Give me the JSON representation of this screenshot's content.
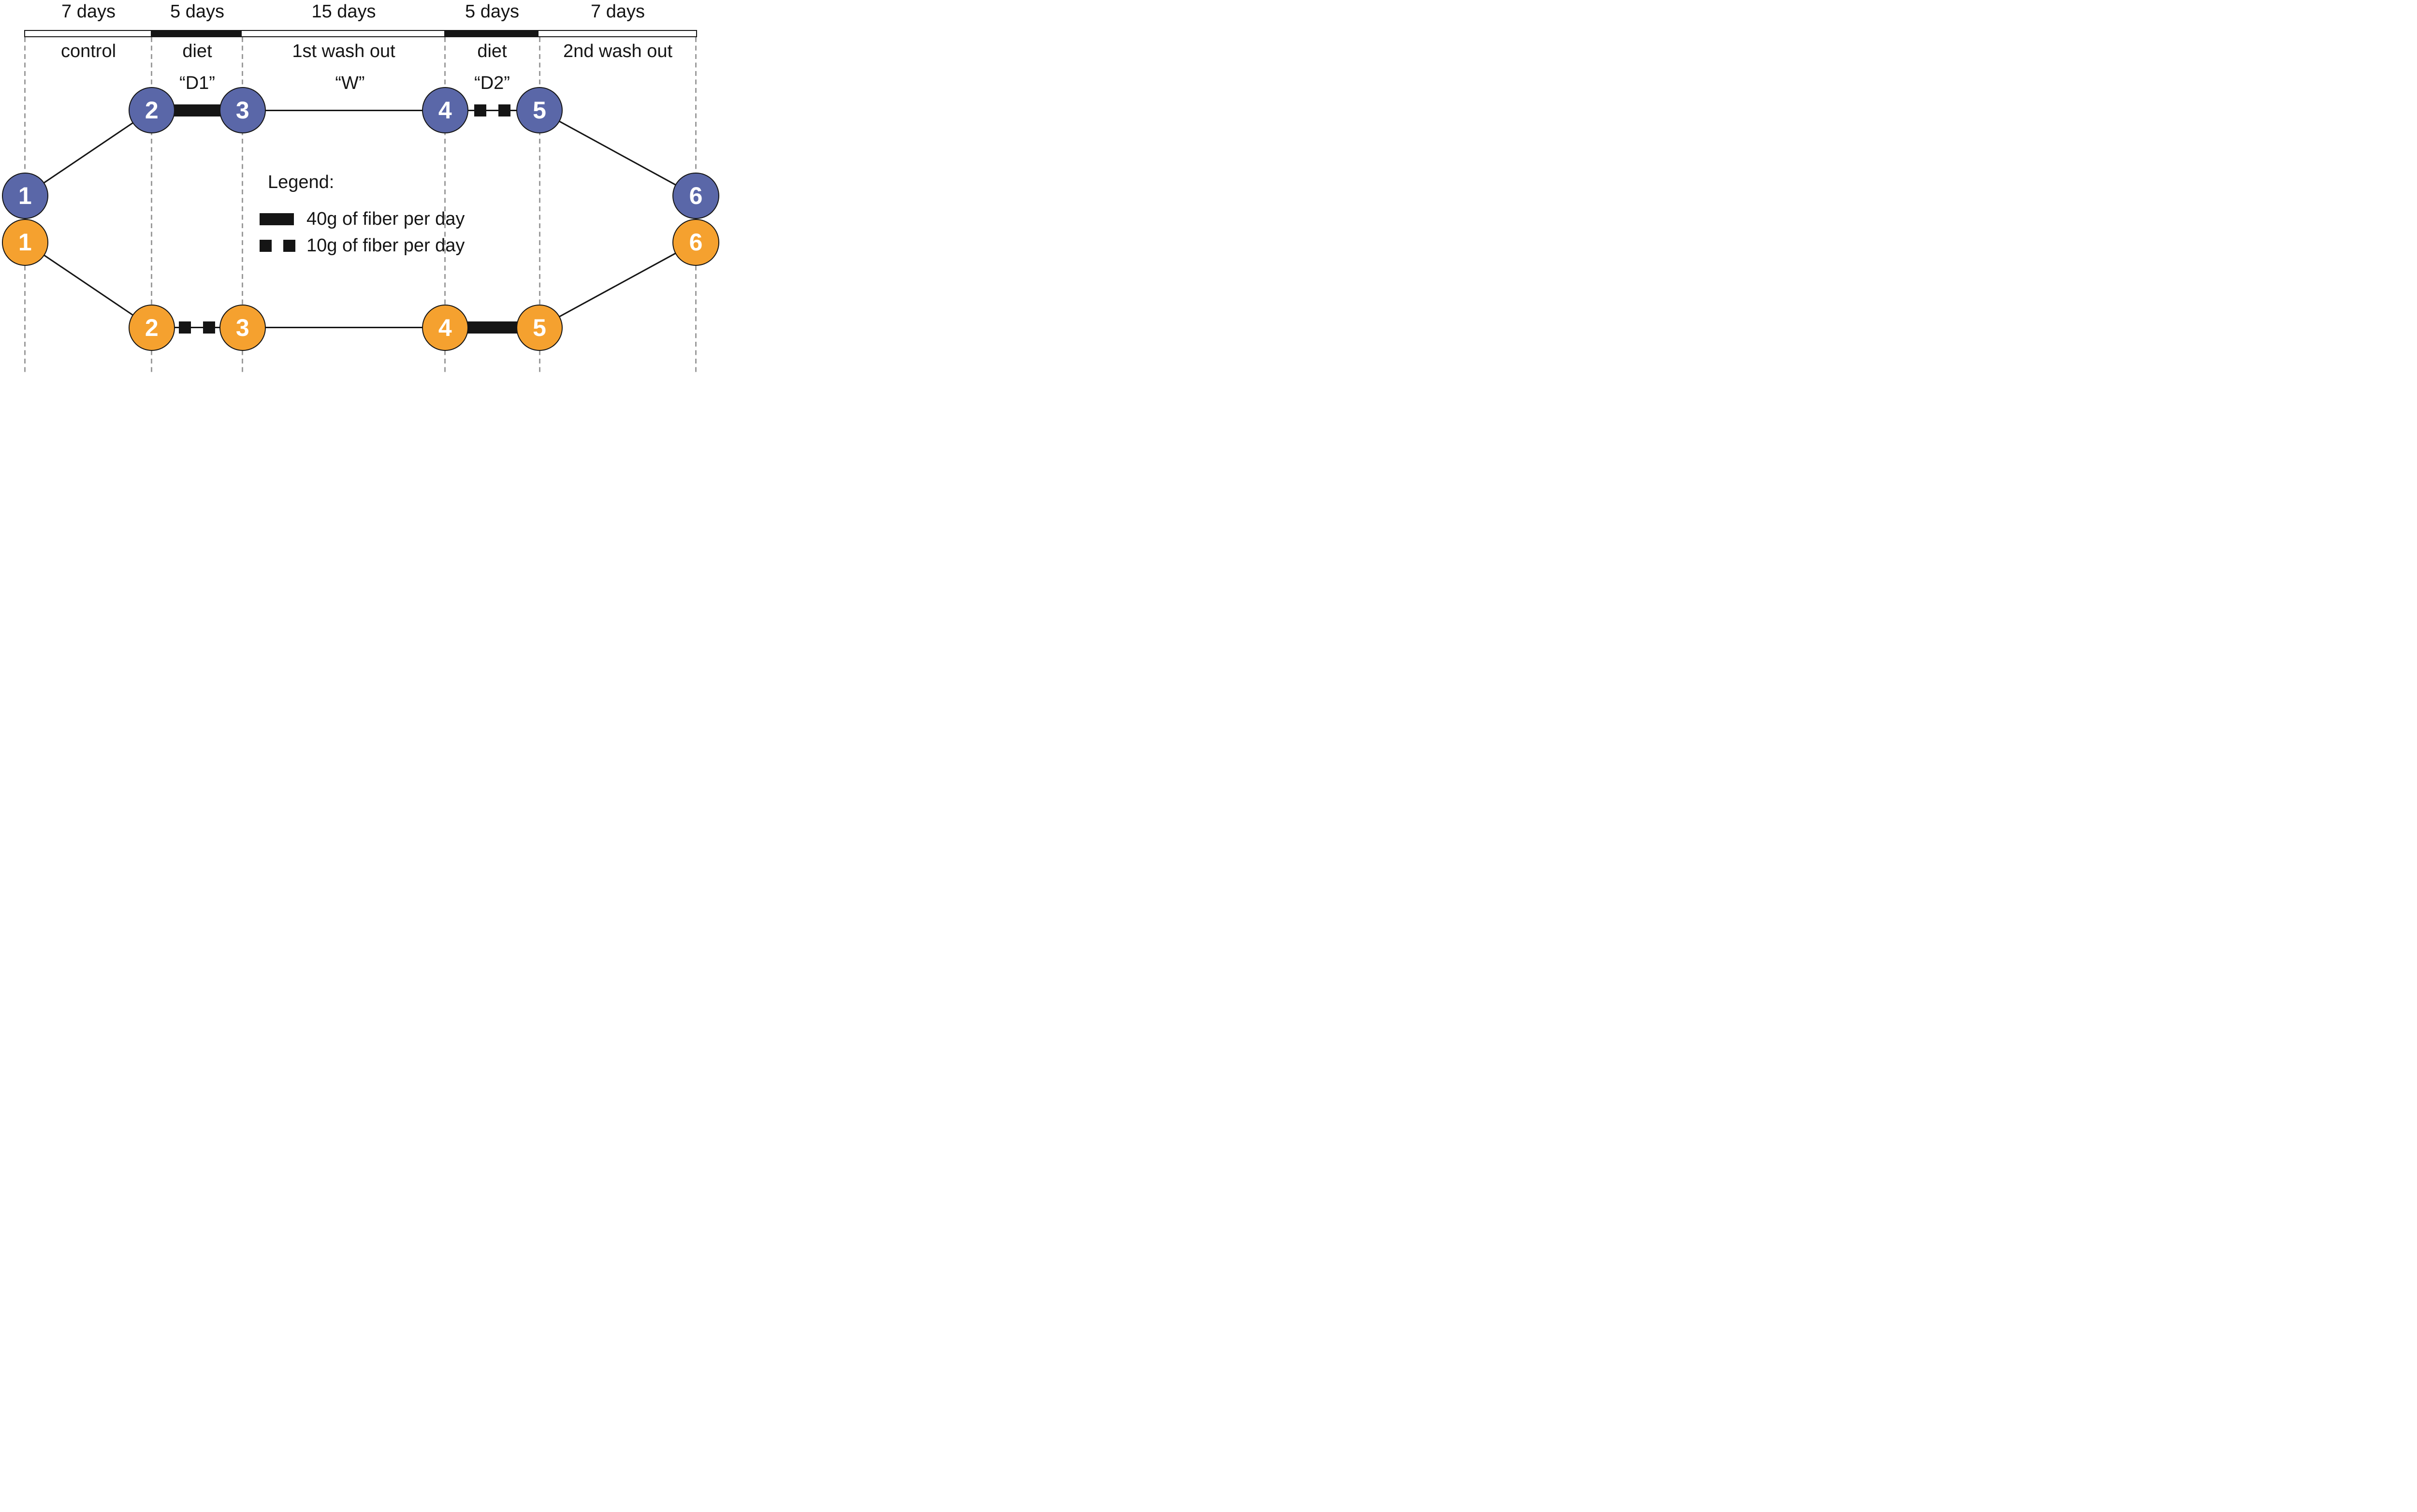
{
  "phases": [
    {
      "duration": "7 days",
      "label": "control"
    },
    {
      "duration": "5 days",
      "label": "diet",
      "code": "“D1”"
    },
    {
      "duration": "15 days",
      "label": "1st wash out",
      "code": "“W”"
    },
    {
      "duration": "5 days",
      "label": "diet",
      "code": "“D2”"
    },
    {
      "duration": "7 days",
      "label": "2nd wash out"
    }
  ],
  "arms": {
    "blue": {
      "nodes": [
        "1",
        "2",
        "3",
        "4",
        "5",
        "6"
      ]
    },
    "orange": {
      "nodes": [
        "1",
        "2",
        "3",
        "4",
        "5",
        "6"
      ]
    }
  },
  "legend": {
    "title": "Legend:",
    "items": [
      {
        "symbol": "thick-bar",
        "label": "40g of fiber per day"
      },
      {
        "symbol": "two-squares",
        "label": "10g of fiber per day"
      }
    ]
  },
  "colors": {
    "blue_arm": "#5a67a8",
    "orange_arm": "#f5a12f",
    "line_black": "#151515",
    "dashed_gray": "#9b9b9b"
  }
}
